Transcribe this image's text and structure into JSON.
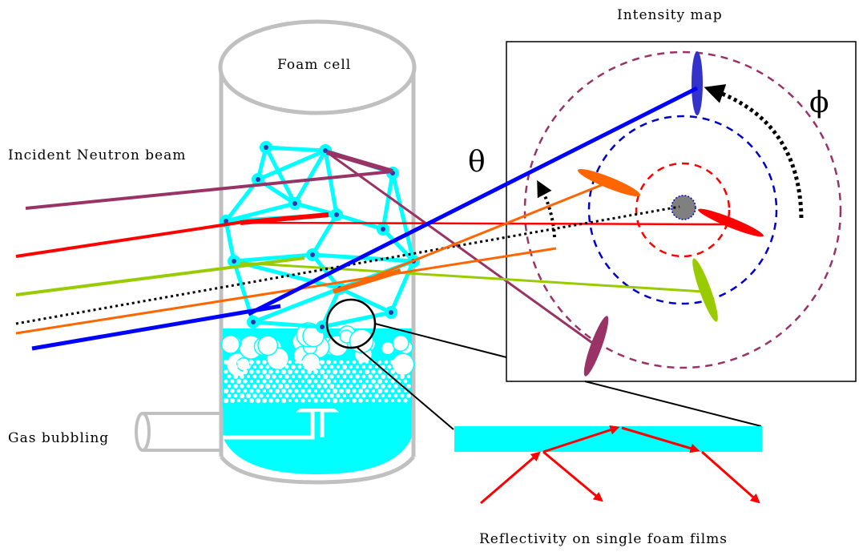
{
  "labels": {
    "intensity_map": "Intensity map",
    "foam_cell": "Foam cell",
    "incident_beam": "Incident Neutron beam",
    "gas_bubbling": "Gas bubbling",
    "reflectivity": "Reflectivity on single foam films",
    "theta": "θ",
    "phi": "ϕ"
  },
  "colors": {
    "network": "#00ffff",
    "liquid": "#00ffff",
    "cell_outline": "#c0c0c0",
    "beam_purple": "#993366",
    "beam_red": "#ff0000",
    "beam_green": "#99cc00",
    "beam_orange": "#ff6600",
    "beam_blue": "#0000ff",
    "direct_beam": "#808080",
    "arrows": "#ff0000"
  }
}
